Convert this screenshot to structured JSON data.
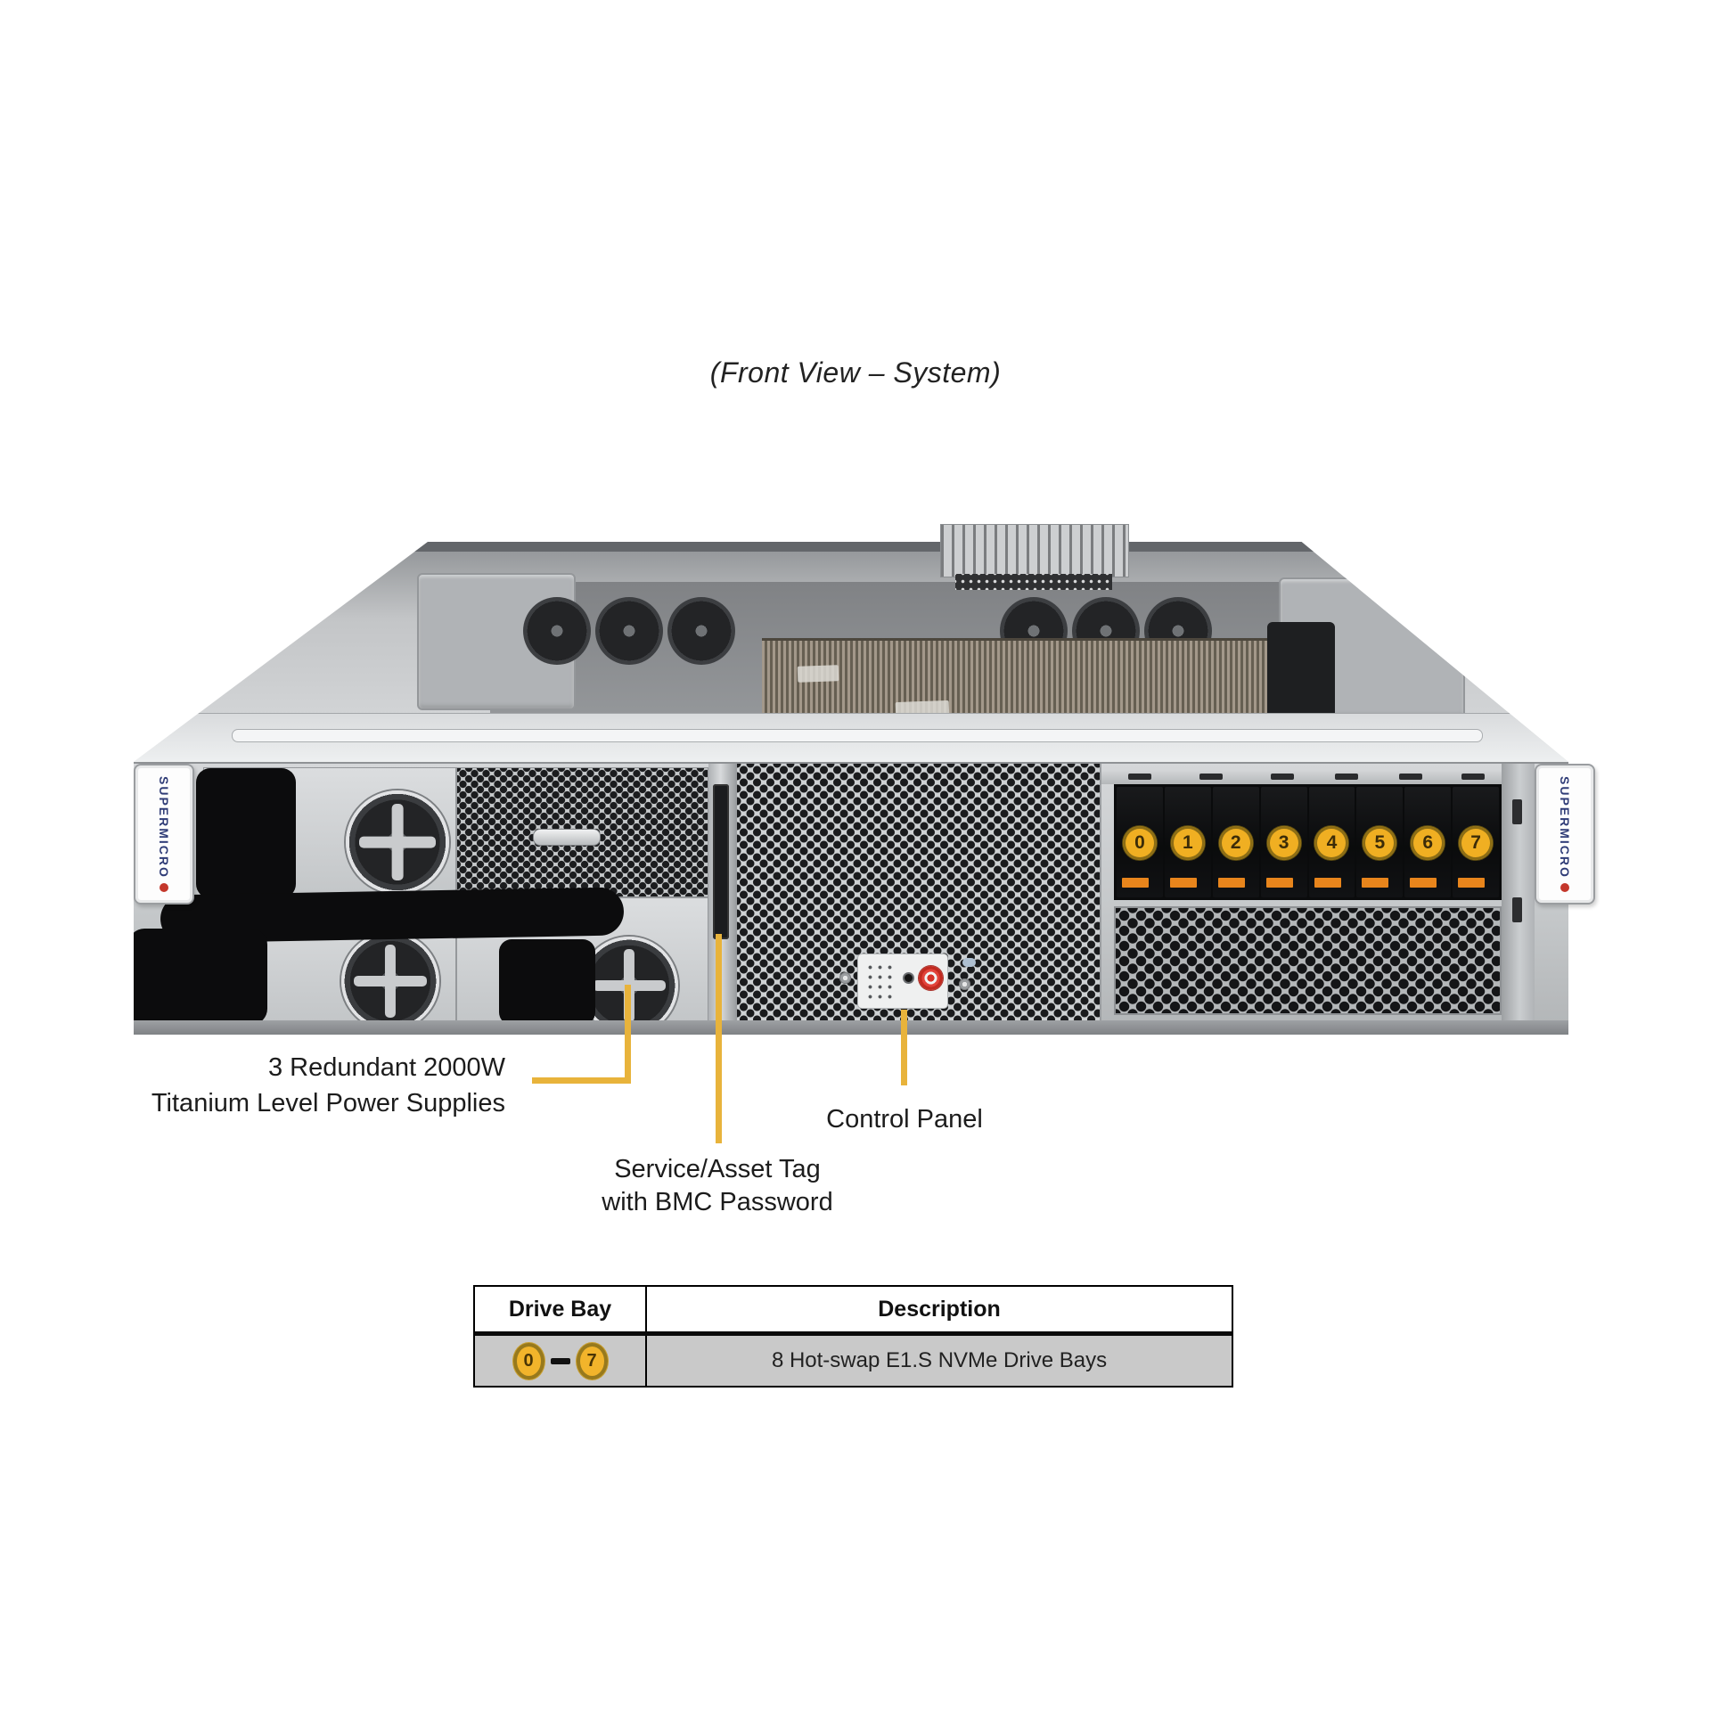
{
  "title": "(Front View – System)",
  "server": {
    "left_ear_label": "SUPERMICRO",
    "right_ear_label": "SUPERMICRO",
    "drive_bay_numbers": [
      "0",
      "1",
      "2",
      "3",
      "4",
      "5",
      "6",
      "7"
    ]
  },
  "annotations": {
    "psu": {
      "line1": "3 Redundant 2000W",
      "line2": "Titanium Level Power Supplies"
    },
    "service_tag": {
      "line1": "Service/Asset Tag",
      "line2": "with BMC Password"
    },
    "control_panel": {
      "label": "Control Panel"
    }
  },
  "table": {
    "col1_header": "Drive Bay",
    "col2_header": "Description",
    "row": {
      "bay_start": "0",
      "dash": "–",
      "bay_end": "7",
      "description": "8 Hot-swap E1.S NVMe Drive Bays"
    }
  },
  "colors": {
    "annotation_line": "#E8B33B",
    "bay_circle_fill": "#F0AF22",
    "bay_circle_border": "#8C6D15",
    "bay_bar_orange": "#E8851C",
    "table_row_bg": "#C9C9C9",
    "supermicro_blue": "#2F3C77",
    "supermicro_dot_red": "#C4372B"
  }
}
